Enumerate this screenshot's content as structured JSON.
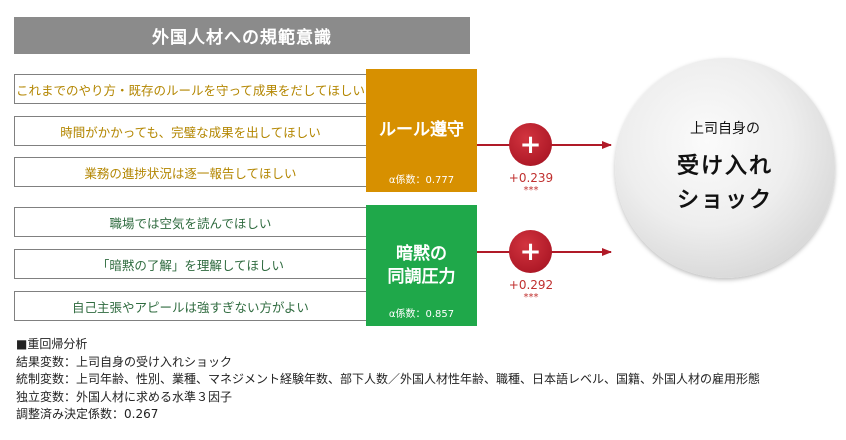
{
  "title": "外国人材への規範意識",
  "factor1": {
    "name_lines": [
      "ルール遵守"
    ],
    "alpha": "α係数：0.777",
    "items": [
      "これまでのやり方・既存のルールを守って成果をだしてほしい",
      "時間がかかっても、完璧な成果を出してほしい",
      "業務の進捗状況は逐一報告してほしい"
    ],
    "coef": "+0.239",
    "sig": "***",
    "color": "#d79000"
  },
  "factor2": {
    "name_lines": [
      "暗黙の",
      "同調圧力"
    ],
    "alpha": "α係数：0.857",
    "items": [
      "職場では空気を読んでほしい",
      "「暗黙の了解」を理解してほしい",
      "自己主張やアピールは強すぎない方がよい"
    ],
    "coef": "+0.292",
    "sig": "***",
    "color": "#1fa84a"
  },
  "plus_symbol": "+",
  "outcome": {
    "sub": "上司自身の",
    "line1": "受け入れ",
    "line2": "ショック"
  },
  "notes": [
    "■重回帰分析",
    "結果変数：上司自身の受け入れショック",
    "統制変数：上司年齢、性別、業種、マネジメント経験年数、部下人数／外国人材性年齢、職種、日本語レベル、国籍、外国人材の雇用形態",
    "独立変数：外国人材に求める水準３因子",
    "調整済み決定係数：0.267"
  ],
  "colors": {
    "arrow": "#b01a28",
    "title_bg": "#8b8b8b"
  }
}
